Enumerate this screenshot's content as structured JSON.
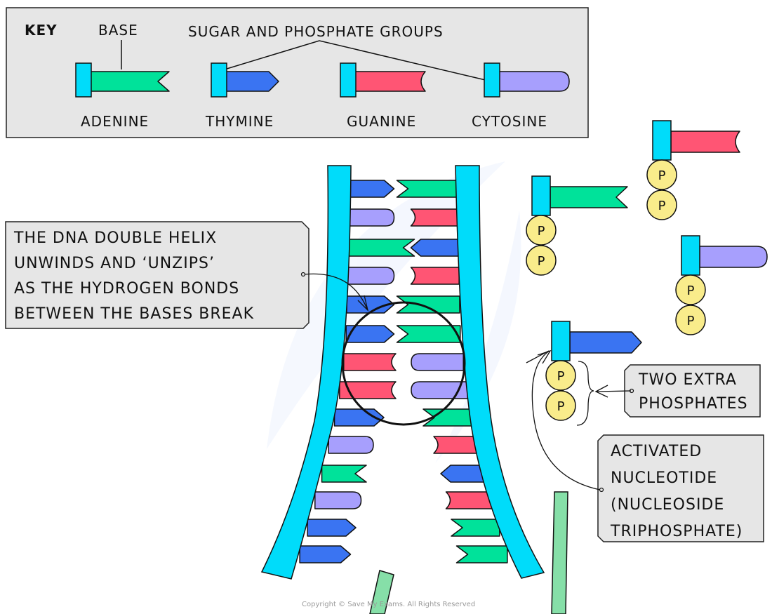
{
  "key": {
    "title": "KEY",
    "base_label": "BASE",
    "sugar_phosphate_label": "SUGAR  AND  PHOSPHATE  GROUPS",
    "items": [
      {
        "name": "ADENINE",
        "base": "adenine"
      },
      {
        "name": "THYMINE",
        "base": "thymine"
      },
      {
        "name": "GUANINE",
        "base": "guanine"
      },
      {
        "name": "CYTOSINE",
        "base": "cytosine"
      }
    ]
  },
  "colors": {
    "adenine": "#00e29a",
    "thymine": "#3a74f2",
    "guanine": "#ff5574",
    "cytosine": "#a79ffd",
    "sugar_phosphate": "#00dcfa",
    "phosphate": "#f9ec8b",
    "box_fill": "#e6e6e6",
    "new_strand": "#86dfa8",
    "outline": "#111111"
  },
  "helix": {
    "left_strand_bases": [
      "thymine",
      "cytosine",
      "adenine",
      "cytosine",
      "thymine",
      "thymine",
      "guanine",
      "guanine",
      "thymine",
      "cytosine",
      "adenine",
      "cytosine",
      "thymine",
      "thymine"
    ],
    "right_strand_bases": [
      "adenine",
      "guanine",
      "thymine",
      "guanine",
      "adenine",
      "adenine",
      "cytosine",
      "cytosine",
      "adenine",
      "guanine",
      "thymine",
      "guanine",
      "adenine",
      "adenine"
    ]
  },
  "free_nucleotides": [
    {
      "base": "guanine",
      "phosphate_label": "P",
      "phosphate_count": 2
    },
    {
      "base": "adenine",
      "phosphate_label": "P",
      "phosphate_count": 2
    },
    {
      "base": "cytosine",
      "phosphate_label": "P",
      "phosphate_count": 2
    },
    {
      "base": "thymine",
      "phosphate_label": "P",
      "phosphate_count": 2
    }
  ],
  "annotations": {
    "unzip": [
      "THE  DNA  DOUBLE  HELIX",
      "UNWINDS  AND  ‘UNZIPS’",
      "AS THE  HYDROGEN  BONDS",
      "BETWEEN  THE  BASES  BREAK"
    ],
    "extra_phosphates": [
      "TWO  EXTRA",
      "PHOSPHATES"
    ],
    "activated": [
      "ACTIVATED",
      "NUCLEOTIDE",
      "(NUCLEOSIDE",
      "TRIPHOSPHATE)"
    ]
  },
  "copyright": "Copyright © Save My Exams. All Rights Reserved"
}
